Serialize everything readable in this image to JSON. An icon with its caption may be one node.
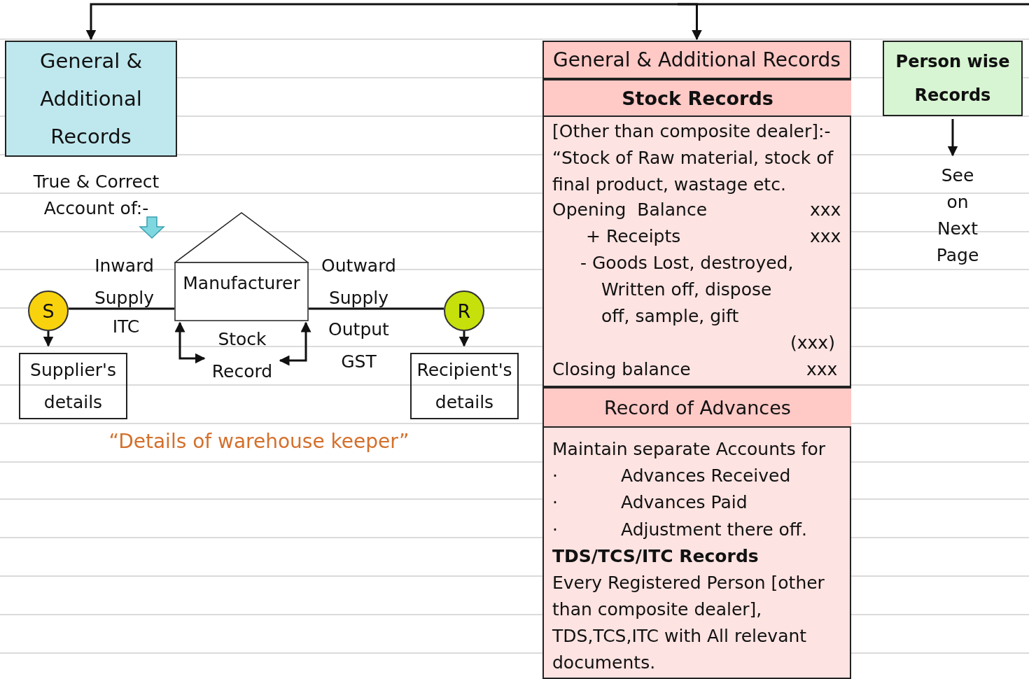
{
  "diagram": {
    "nodes": [
      {
        "text": [
          "General & Additional Records"
        ]
      },
      {
        "text": [
          "True & Correct Account of:-"
        ]
      },
      {
        "text": [
          "Manufacturer"
        ]
      },
      {
        "text": [
          "S"
        ]
      },
      {
        "text": [
          "Supplier's details"
        ]
      },
      {
        "text": [
          "R"
        ]
      },
      {
        "text": [
          "Recipient's details"
        ]
      },
      {
        "text": [
          "Stock Record"
        ]
      },
      {
        "text": [
          "General & Additional Records"
        ]
      },
      {
        "text": [
          "Stock Records",
          "[Other than composite dealer]:- “Stock of Raw material, stock of final product, wastage etc.",
          "Opening  Balance",
          "xxx",
          "+ Receipts",
          "xxx",
          "- Goods Lost, destroyed, Written off, dispose off, sample, gift",
          "(xxx)",
          "Closing balance",
          "xxx"
        ]
      },
      {
        "text": [
          "Record of Advances",
          "Maintain separate Accounts for",
          "·",
          "Advances Received",
          "·",
          "Advances Paid",
          "·",
          "Adjustment there off.",
          "TDS/TCS/ITC Records",
          "Every Registered Person [other than composite dealer], TDS,TCS,ITC with All relevant documents."
        ]
      },
      {
        "text": [
          "Person wise Records"
        ]
      },
      {
        "text": [
          "See on Next Page"
        ]
      }
    ],
    "edges": [
      {
        "from": null,
        "to": 0,
        "arrow": "to"
      },
      {
        "from": null,
        "to": 8,
        "arrow": "to"
      },
      {
        "from": 1,
        "to": 2,
        "arrow": "to",
        "style": "thick",
        "color": "#7fd8e0"
      },
      {
        "from": 3,
        "to": 2,
        "arrow": "none"
      },
      {
        "from": 2,
        "to": 5,
        "arrow": "none"
      },
      {
        "from": 3,
        "to": 4,
        "arrow": "to"
      },
      {
        "from": 5,
        "to": 6,
        "arrow": "to"
      },
      {
        "from": 7,
        "to": 2,
        "arrow": "both"
      },
      {
        "from": 7,
        "to": 2,
        "arrow": "both"
      },
      {
        "from": 11,
        "to": 12,
        "arrow": "to"
      }
    ],
    "labels": [
      "Inward Supply",
      "ITC",
      "Outward Supply",
      "Output GST",
      "“Details of warehouse keeper”"
    ]
  }
}
